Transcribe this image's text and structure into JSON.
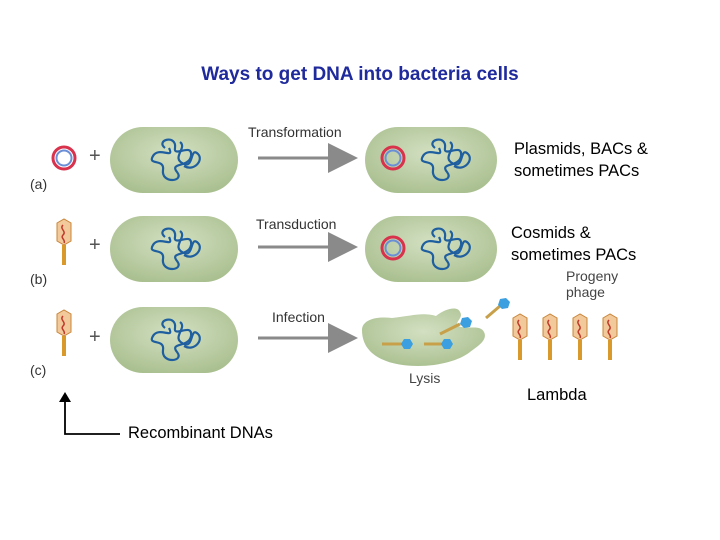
{
  "title": "Ways to get DNA into bacteria cells",
  "rows": [
    {
      "label": "(a)",
      "plus": "+",
      "process": "Transformation",
      "note_line1": "Plasmids, BACs &",
      "note_line2": "sometimes PACs"
    },
    {
      "label": "(b)",
      "plus": "+",
      "process": "Transduction",
      "note_line1": "Cosmids &",
      "note_line2": "sometimes PACs"
    },
    {
      "label": "(c)",
      "plus": "+",
      "process": "Infection"
    }
  ],
  "progeny_line1": "Progeny",
  "progeny_line2": "phage",
  "lysis_label": "Lysis",
  "lambda_label": "Lambda",
  "recombinant_label": "Recombinant DNAs",
  "colors": {
    "title": "#1f2a9c",
    "cell_fill": "#b7cc9e",
    "dna": "#1f5fa0",
    "plasmid_outer": "#d8324d",
    "plasmid_inner": "#6b8fd6",
    "arrow": "#7a7a7a",
    "phage_head": "#f1c99a",
    "phage_tail": "#d99a2b"
  }
}
